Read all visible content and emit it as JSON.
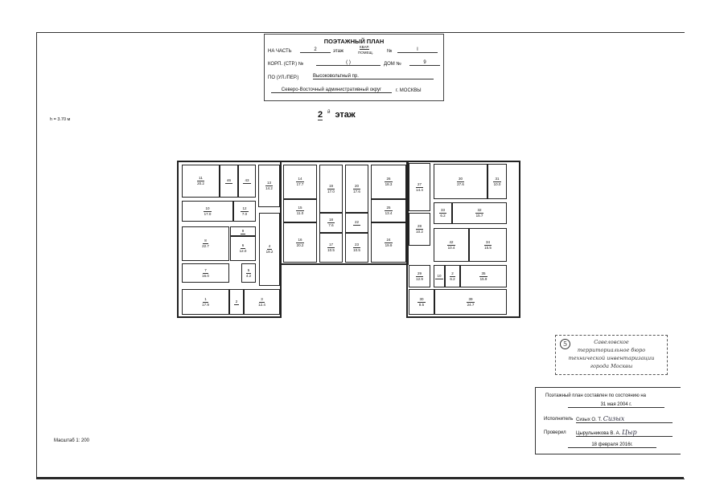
{
  "title_block": {
    "heading": "ПОЭТАЖНЫЙ ПЛАН",
    "part_label": "НА ЧАСТЬ",
    "part_value": "2",
    "floor_word": "этаж",
    "kvar_label": "КВАР.",
    "pomesch_label": "ПОМЕЩ.",
    "number_label": "№",
    "number_value": "I",
    "korp_label": "КОРП. (СТР.) №",
    "korp_value": "(          )",
    "dom_label": "ДОМ №",
    "dom_value": "9",
    "street_label": "ПО (УЛ./ПЕР.)",
    "street_value": "Высоковольтный пр.",
    "district_value": "Северо-Восточный административный округ",
    "city_value": "г. МОСКВЫ"
  },
  "floor_heading": {
    "number": "2",
    "suffix": "й",
    "word": "этаж"
  },
  "ceiling_height": "h = 3.70 м",
  "scale": "Масштаб 1: 200",
  "stamp": {
    "number": "5",
    "lines": [
      "Савеловское",
      "территориальное бюро",
      "технической инвентаризации",
      "города Москвы"
    ]
  },
  "signature_block": {
    "status_line": "Поэтажный план составлен по состоянию на",
    "status_date": "31 мая 2004 г.",
    "executor_label": "Исполнитель",
    "executor_name": "Сизых О. Т.",
    "checker_label": "Проверил",
    "checker_name": "Цырульникова В. А.",
    "sign_date": "18 февраля 2016г."
  },
  "rooms": [
    {
      "num": "11",
      "area": "20.2"
    },
    {
      "num": "46",
      "area": ""
    },
    {
      "num": "43",
      "area": ""
    },
    {
      "num": "13",
      "area": "14.2"
    },
    {
      "num": "10",
      "area": "17.0"
    },
    {
      "num": "12",
      "area": "7.0"
    },
    {
      "num": "8",
      "area": "22.7"
    },
    {
      "num": "9",
      "area": ""
    },
    {
      "num": "6",
      "area": "12.0"
    },
    {
      "num": "4",
      "area": "19.2"
    },
    {
      "num": "7",
      "area": "16.0"
    },
    {
      "num": "5",
      "area": "4.2"
    },
    {
      "num": "1",
      "area": "17.9"
    },
    {
      "num": "2",
      "area": ""
    },
    {
      "num": "3",
      "area": "12.4"
    },
    {
      "num": "14",
      "area": "17.7"
    },
    {
      "num": "15",
      "area": "11.0"
    },
    {
      "num": "16",
      "area": "20.2"
    },
    {
      "num": "19",
      "area": "17.0"
    },
    {
      "num": "18",
      "area": "7.6"
    },
    {
      "num": "17",
      "area": "10.5"
    },
    {
      "num": "20",
      "area": "17.6"
    },
    {
      "num": "22",
      "area": ""
    },
    {
      "num": "23",
      "area": "10.5"
    },
    {
      "num": "26",
      "area": "18.3"
    },
    {
      "num": "25",
      "area": "13.4"
    },
    {
      "num": "24",
      "area": "19.9"
    },
    {
      "num": "27",
      "area": "14.4"
    },
    {
      "num": "28",
      "area": "10.2"
    },
    {
      "num": "29",
      "area": "12.9"
    },
    {
      "num": "30",
      "area": "27.6"
    },
    {
      "num": "31",
      "area": "10.0"
    },
    {
      "num": "33",
      "area": "6.2"
    },
    {
      "num": "32",
      "area": "15.7"
    },
    {
      "num": "42",
      "area": "10.4"
    },
    {
      "num": "34",
      "area": "15.5"
    },
    {
      "num": "10",
      "area": ""
    },
    {
      "num": "2",
      "area": "6.2"
    },
    {
      "num": "35",
      "area": "15.9"
    },
    {
      "num": "30",
      "area": "8.5"
    },
    {
      "num": "39",
      "area": "24.7"
    }
  ]
}
